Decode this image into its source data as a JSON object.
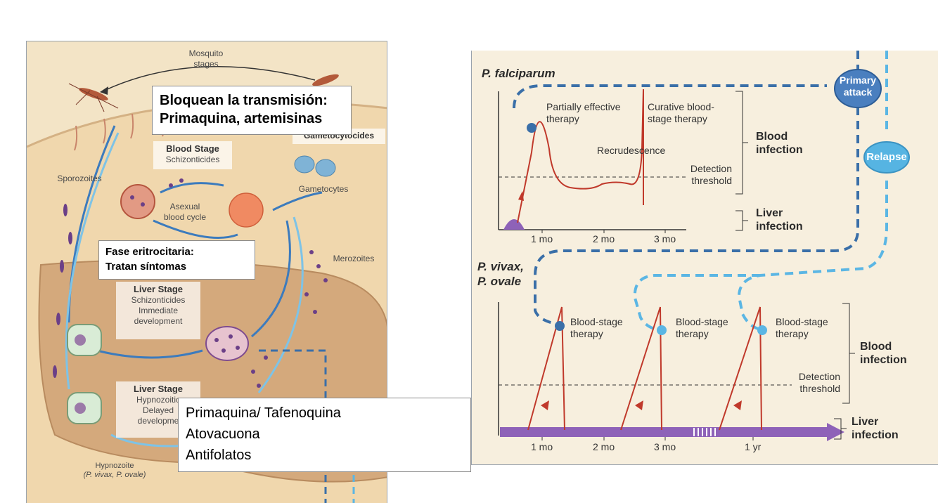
{
  "left": {
    "mosquito_label": [
      "Mosquito",
      "stages"
    ],
    "sporozoites": "Sporozoites",
    "blood_stage_title": "Blood Stage",
    "blood_stage_sub": "Schizonticides",
    "asexual_label": [
      "Asexual",
      "blood cycle"
    ],
    "gametocytes": "Gametocytes",
    "gametocytocides_partial": "Gametocytocides",
    "merozoites": "Merozoites",
    "liver1_title": "Liver Stage",
    "liver1_sub": "Schizonticides",
    "liver1_dev": [
      "Immediate",
      "development"
    ],
    "liver2_title": "Liver Stage",
    "liver2_sub": "Hypnozoitic",
    "liver2_dev": [
      "Delayed",
      "developme"
    ],
    "hypnozoite": "Hypnozoite",
    "hypnozoite_species": "(P. vivax, P. ovale)"
  },
  "callouts": {
    "transmission": [
      "Bloquean la transmisión:",
      "Primaquina, artemisinas"
    ],
    "erythrocytic": [
      "Fase eritrocitaria:",
      "Tratan síntomas"
    ],
    "drugs": [
      "Primaquina/ Tafenoquina",
      "Atovacuona",
      "Antifolatos"
    ]
  },
  "right": {
    "falciparum": "P. falciparum",
    "vivax": [
      "P. vivax,",
      "P. ovale"
    ],
    "primary_attack": [
      "Primary",
      "attack"
    ],
    "relapse": "Relapse",
    "partial_therapy": [
      "Partially effective",
      "therapy"
    ],
    "curative_therapy": [
      "Curative blood-",
      "stage therapy"
    ],
    "recrudescence": "Recrudescence",
    "detection_top": [
      "Detection",
      "threshold"
    ],
    "blood_infection_top": [
      "Blood",
      "infection"
    ],
    "liver_infection_top": [
      "Liver",
      "infection"
    ],
    "ticks_top": [
      "1 mo",
      "2 mo",
      "3 mo"
    ],
    "therapy_labels": [
      [
        "Blood-stage",
        "therapy"
      ],
      [
        "Blood-stage",
        "therapy"
      ],
      [
        "Blood-stage",
        "therapy"
      ]
    ],
    "detection_bottom": [
      "Detection",
      "threshold"
    ],
    "blood_infection_bottom": [
      "Blood",
      "infection"
    ],
    "liver_infection_bottom": [
      "Liver",
      "infection"
    ],
    "ticks_bottom": [
      "1 mo",
      "2 mo",
      "3 mo",
      "1 yr"
    ]
  },
  "colors": {
    "curve_red": "#c0392b",
    "liver_purple": "#8e62b8",
    "primary_blue": "#3a6fa8",
    "relapse_blue": "#5bb6e4"
  }
}
